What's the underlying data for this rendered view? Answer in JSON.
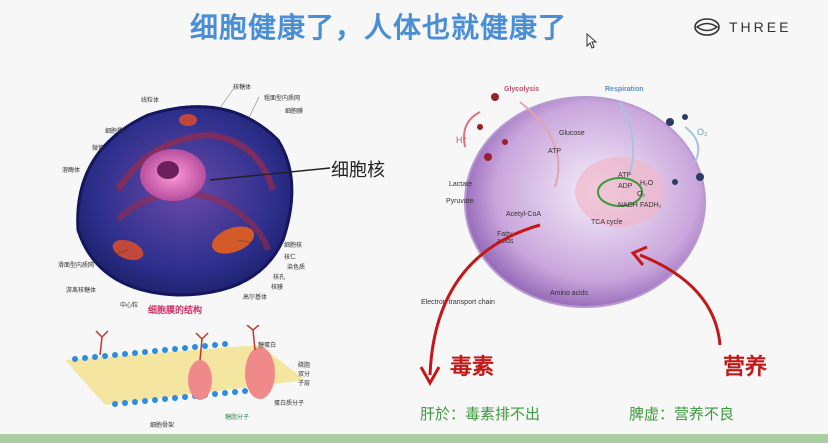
{
  "slide": {
    "title": "细胞健康了，人体也就健康了",
    "logo_text": "THREE",
    "cell_caption": "细胞膜的结构",
    "nucleus_label": "细胞核",
    "cell_labels": [
      "线粒体",
      "核糖体",
      "粗面型内质网",
      "细胞膜",
      "细胞质",
      "微管",
      "溶酶体",
      "滑面型内质网",
      "游离核糖体",
      "中心粒",
      "细胞核",
      "核仁",
      "染色质",
      "核孔",
      "核膜",
      "高尔基体"
    ],
    "membrane_labels": [
      "糖蛋白",
      "磷脂双分子层",
      "蛋白质分子",
      "糖脂分子",
      "细胞骨架"
    ],
    "metabolism": {
      "glycolysis": "Glycolysis",
      "respiration": "Respiration",
      "hplus": "H⁺",
      "o2": "O₂",
      "glucose": "Glucose",
      "atp1": "ATP",
      "lactate": "Lactate",
      "pyruvate": "Pyruvate",
      "acetyl": "Acetyl-CoA",
      "atp2": "ATP",
      "adp": "ADP",
      "nadh": "NADH",
      "h2o": "H₂O",
      "fadh": "FADH₂",
      "o2b": "O₂",
      "tca": "TCA cycle",
      "fatty": "Fatty acids",
      "amino": "Amino acids",
      "etc": "Electron transport chain"
    },
    "toxin_label": "毒素",
    "nutrition_label": "营养",
    "liver_text": "肝於：毒素排不出",
    "spleen_text": "脾虚：营养不良"
  }
}
